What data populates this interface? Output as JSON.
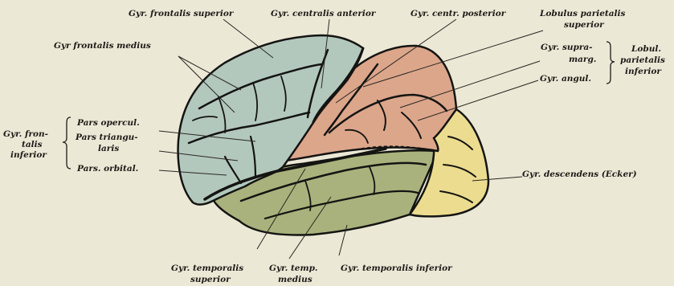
{
  "colors": {
    "background": "#ece8d6",
    "frontal_lobe": "#b3c8bd",
    "parietal_lobe": "#dca68b",
    "temporal_lobe": "#a9b27c",
    "occipital_lobe": "#ecdc8f",
    "sulcus": "#141412",
    "leader_line": "#2a2622"
  },
  "labels": {
    "gyr_frontalis_superior": "Gyr. frontalis superior",
    "gyr_centralis_anterior": "Gyr. centralis anterior",
    "gyr_centr_posterior": "Gyr. centr. posterior",
    "lobulus_parietalis_superior_1": "Lobulus parietalis",
    "lobulus_parietalis_superior_2": "superior",
    "gyr_frontalis_medius": "Gyr frontalis medius",
    "gyr_supramarg_1": "Gyr. supra-",
    "gyr_supramarg_2": "marg.",
    "gyr_angul": "Gyr. angul.",
    "lobul_parietalis_inferior_1": "Lobul.",
    "lobul_parietalis_inferior_2": "parietalis",
    "lobul_parietalis_inferior_3": "inferior",
    "gyr_frontalis_inferior_1": "Gyr. fron-",
    "gyr_frontalis_inferior_2": "talis",
    "gyr_frontalis_inferior_3": "inferior",
    "pars_opercul": "Pars opercul.",
    "pars_triangularis_1": "Pars triangu-",
    "pars_triangularis_2": "laris",
    "pars_orbital": "Pars. orbital.",
    "gyr_descendens": "Gyr. descendens (Ecker)",
    "gyr_temporalis_superior_1": "Gyr. temporalis",
    "gyr_temporalis_superior_2": "superior",
    "gyr_temp_medius_1": "Gyr. temp.",
    "gyr_temp_medius_2": "medius",
    "gyr_temporalis_inferior": "Gyr. temporalis inferior"
  }
}
